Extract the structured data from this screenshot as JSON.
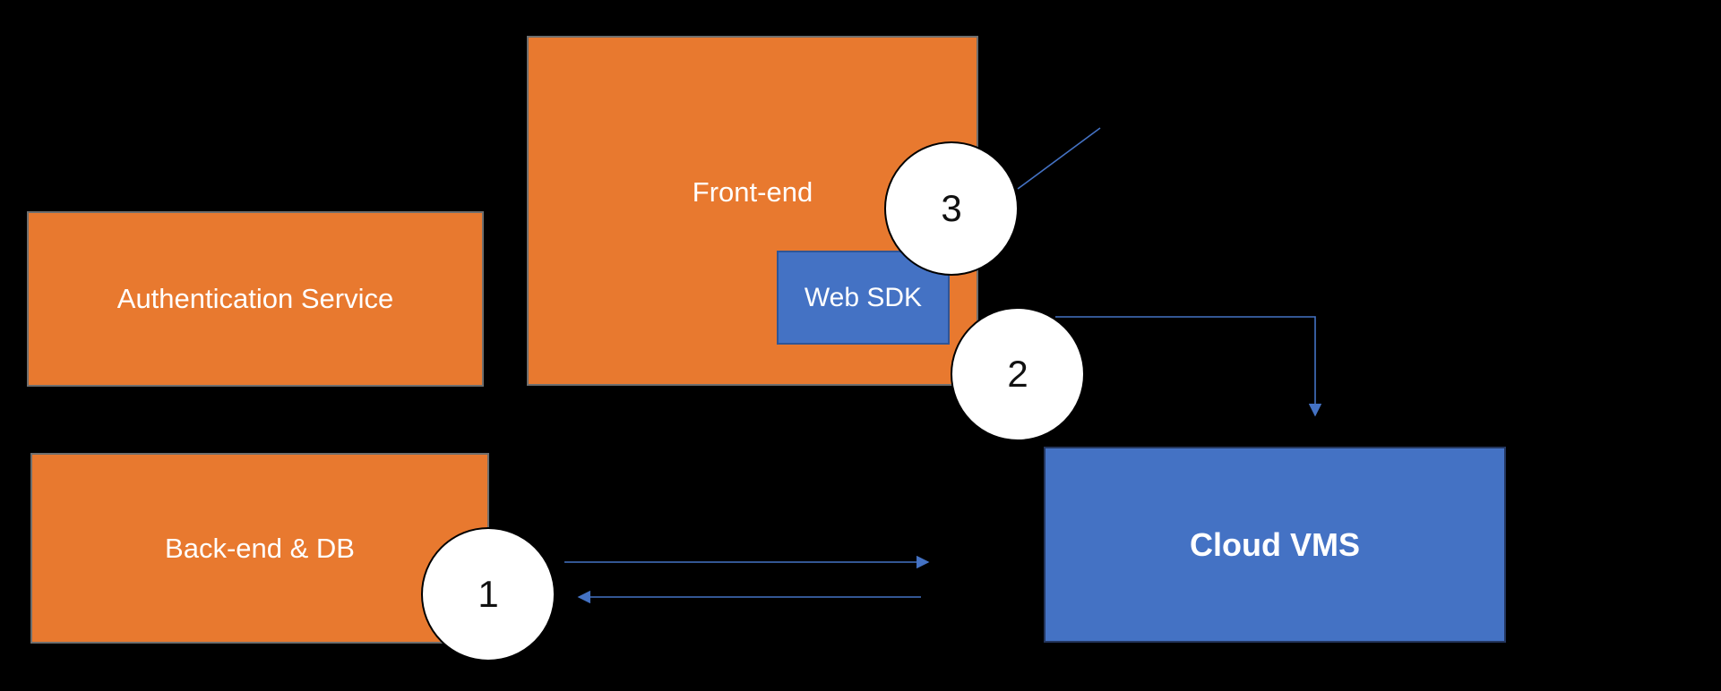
{
  "diagram": {
    "background_color": "#000000",
    "nodes": {
      "auth": {
        "label": "Authentication Service",
        "fill": "#E8792F",
        "border": "#6E6E6E",
        "text_color": "#FFFFFF"
      },
      "frontend": {
        "label": "Front-end",
        "fill": "#E8792F",
        "border": "#6E6E6E",
        "text_color": "#FFFFFF"
      },
      "websdk": {
        "label": "Web SDK",
        "fill": "#4472C4",
        "border": "#2F5597",
        "text_color": "#FFFFFF"
      },
      "backend": {
        "label": "Back-end & DB",
        "fill": "#E8792F",
        "border": "#6E6E6E",
        "text_color": "#FFFFFF"
      },
      "cloudvms": {
        "label": "Cloud VMS",
        "fill": "#4472C4",
        "border": "#24365E",
        "text_color": "#FFFFFF",
        "bold": true
      }
    },
    "steps": {
      "s1": {
        "number": "1"
      },
      "s2": {
        "number": "2"
      },
      "s3": {
        "number": "3"
      }
    },
    "step_circle_style": {
      "fill": "#FFFFFF",
      "border": "#000000",
      "number_color": "#111111"
    },
    "connectors": {
      "color": "#4472C4",
      "backend_cloudvms_right_arrow": {
        "type": "straight-arrow",
        "direction": "right"
      },
      "cloudvms_backend_left_arrow": {
        "type": "straight-arrow",
        "direction": "left"
      },
      "step2_elbow_arrow_to_cloudvms": {
        "type": "elbow-arrow",
        "direction": "down"
      },
      "step3_diagonal_line": {
        "type": "line",
        "direction": "up-right"
      }
    }
  }
}
